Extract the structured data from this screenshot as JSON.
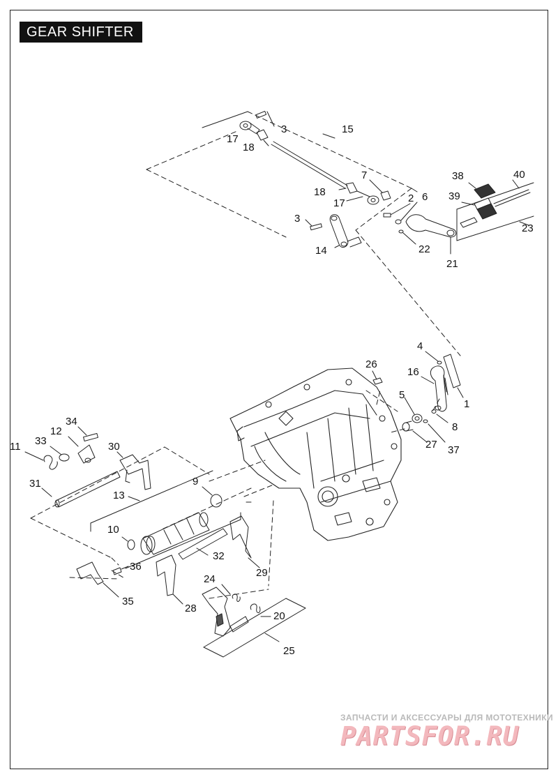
{
  "page": {
    "title": "GEAR SHIFTER"
  },
  "callouts": [
    "1",
    "2",
    "3",
    "3",
    "4",
    "5",
    "6",
    "7",
    "8",
    "9",
    "10",
    "11",
    "12",
    "13",
    "14",
    "15",
    "16",
    "17",
    "17",
    "18",
    "18",
    "20",
    "21",
    "22",
    "23",
    "24",
    "25",
    "26",
    "27",
    "28",
    "29",
    "30",
    "31",
    "32",
    "33",
    "34",
    "35",
    "36",
    "37",
    "38",
    "39",
    "40"
  ],
  "watermark": {
    "caption": "ЗАПЧАСТИ И АКСЕССУАРЫ ДЛЯ МОТОТЕХНИКИ",
    "logo": "PARTSFOR.RU"
  },
  "colors": {
    "line": "#222222",
    "title_bg": "#111111",
    "watermark_red": "#f3b8bd",
    "watermark_grey": "#b9b9b9"
  }
}
